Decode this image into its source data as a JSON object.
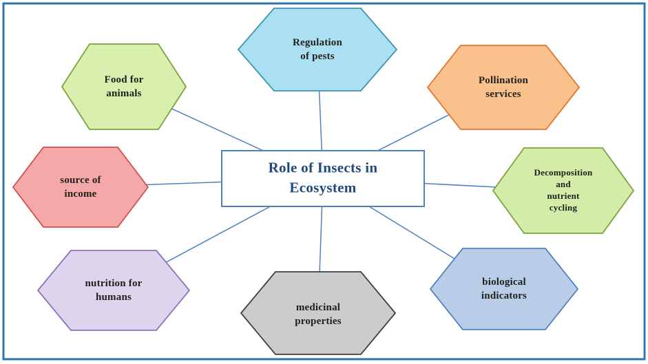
{
  "frame": {
    "border_color": "#2e74b5",
    "background": "#ffffff"
  },
  "connector_color": "#4f81bd",
  "center": {
    "label": "Role of  Insects in\nEcosystem",
    "text_color": "#1f497d",
    "border_color": "#4f81bd",
    "fill": "#ffffff"
  },
  "nodes": [
    {
      "id": "regulation-of-pests",
      "label": "Regulation\nof  pests",
      "fill": "#abdff2",
      "stroke": "#3d95b0"
    },
    {
      "id": "food-for-animals",
      "label": "Food for\nanimals",
      "fill": "#d8efae",
      "stroke": "#7ba33c"
    },
    {
      "id": "pollination-services",
      "label": "Pollination\nservices",
      "fill": "#fbc18d",
      "stroke": "#e3742a"
    },
    {
      "id": "source-of-income",
      "label": "source of\nincome",
      "fill": "#f5a8a8",
      "stroke": "#d14f4f"
    },
    {
      "id": "decomposition-nutrient-cycling",
      "label": "Decomposition\nand\nnutrient\ncycling",
      "fill": "#d3eda9",
      "stroke": "#7ba33c"
    },
    {
      "id": "nutrition-for-humans",
      "label": "nutrition for\nhumans",
      "fill": "#ded4ee",
      "stroke": "#9070b8"
    },
    {
      "id": "medicinal-properties",
      "label": "medicinal\nproperties",
      "fill": "#cccccc",
      "stroke": "#3f3f3f"
    },
    {
      "id": "biological-indicators",
      "label": "biological\nindicators",
      "fill": "#b9cde9",
      "stroke": "#4f81bd"
    }
  ]
}
